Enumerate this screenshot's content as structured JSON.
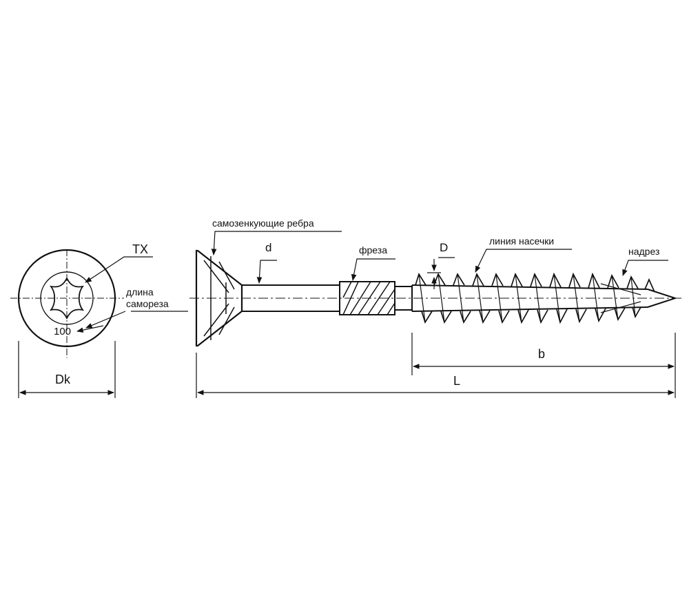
{
  "labels": {
    "tx": "TX",
    "length_1": "длина",
    "length_2": "самореза",
    "head_mark": "100",
    "dk": "Dk",
    "ribs": "самозенкующие ребра",
    "d": "d",
    "cutter": "фреза",
    "D": "D",
    "notch_line": "линия насечки",
    "notch": "надрез",
    "b": "b",
    "L": "L"
  },
  "colors": {
    "line": "#111111",
    "background": "#ffffff"
  }
}
